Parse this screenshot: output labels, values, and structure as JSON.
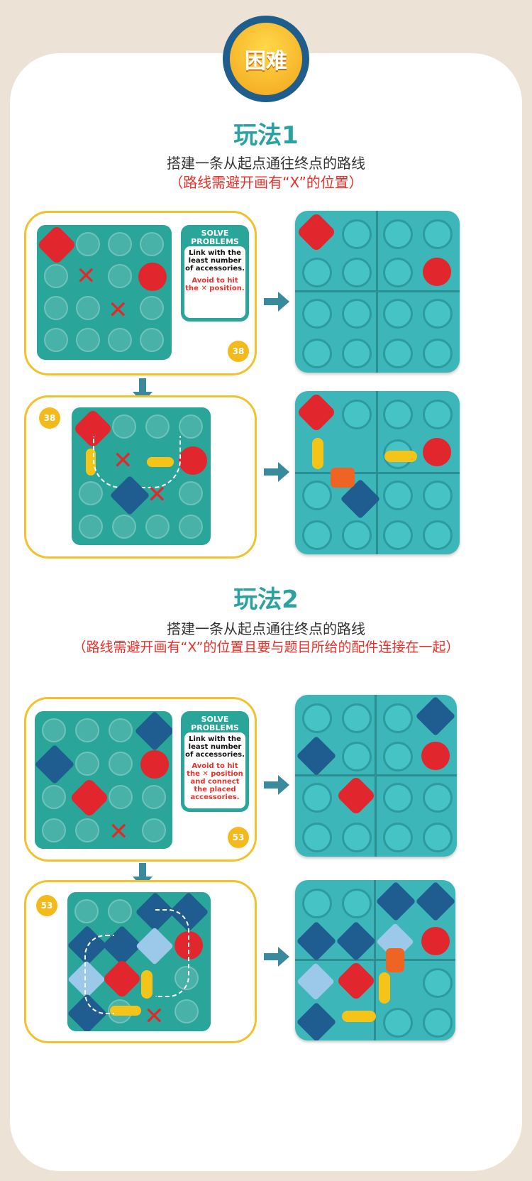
{
  "badge": {
    "label": "困难"
  },
  "section1": {
    "title": "玩法1",
    "line1": "搭建一条从起点通往终点的路线",
    "line2": "（路线需避开画有“X”的位置）"
  },
  "section2": {
    "title": "玩法2",
    "line1": "搭建一条从起点通往终点的路线",
    "line2": "（路线需避开画有“X”的位置且要与题目所给的配件连接在一起）"
  },
  "card1": {
    "header": "SOLVE PROBLEMS",
    "text": "Link with the least number of accessories.",
    "warning": "Avoid to hit the ✕ position.",
    "level": "38"
  },
  "card2": {
    "header": "SOLVE PROBLEMS",
    "text": "Link with the least number of accessories.",
    "warning": "Avoid to hit the ✕ position and connect the placed accessories.",
    "level": "53"
  },
  "x_mark": "✕",
  "colors": {
    "accent": "#2aa3a0",
    "frame": "#f2c12e",
    "warning": "#e8312a"
  }
}
